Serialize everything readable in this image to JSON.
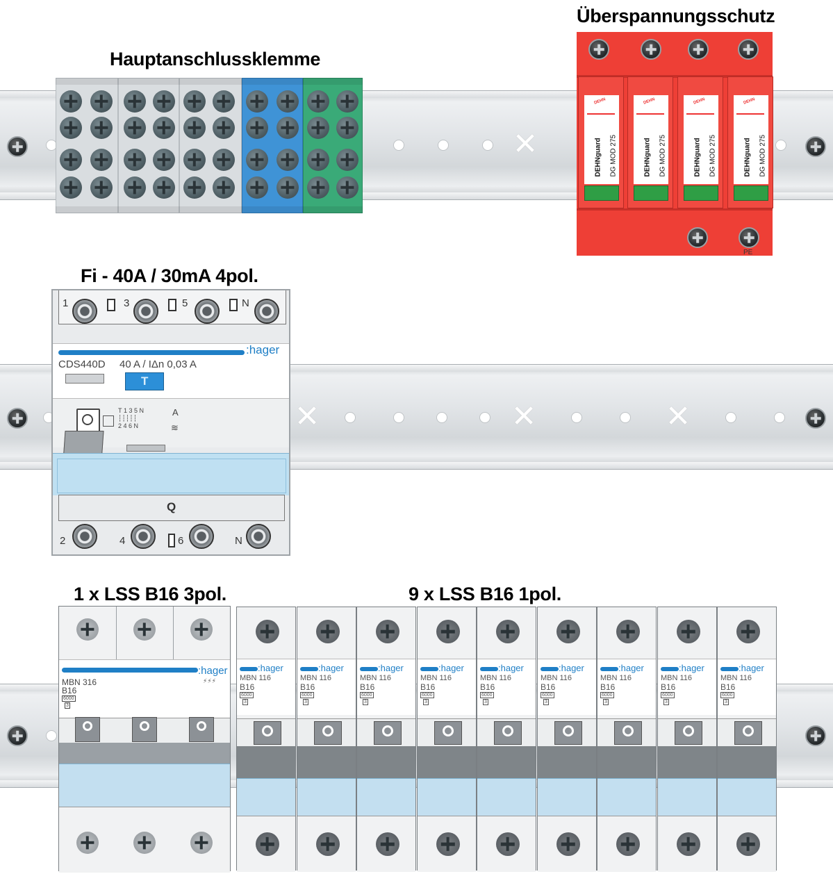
{
  "titles": {
    "terminal": "Hauptanschlussklemme",
    "spd": "Überspannungsschutz",
    "rcd": "Fi - 40A / 30mA 4pol.",
    "mcb3": "1 x LSS B16 3pol.",
    "mcb1": "9 x LSS B16 1pol."
  },
  "spd": {
    "modules": [
      {
        "brand": "DEHNguard",
        "model": "DG MOD 275"
      },
      {
        "brand": "DEHNguard",
        "model": "DG MOD 275"
      },
      {
        "brand": "DEHNguard",
        "model": "DG MOD 275"
      },
      {
        "brand": "DEHNguard",
        "model": "DG MOD 275"
      }
    ],
    "pe_label": "PE",
    "logo": "DEHN"
  },
  "rcd": {
    "top_terminals": [
      "1",
      "3",
      "5",
      "N"
    ],
    "bottom_terminals": [
      "2",
      "4",
      "6",
      "N"
    ],
    "brand": ":hager",
    "model": "CDS440D",
    "rating": "40 A / IΔn 0,03 A",
    "test_button": "T",
    "q_label": "Q",
    "diagram_label": "A"
  },
  "mcb3": {
    "brand": ":hager",
    "model": "MBN 316",
    "curve": "B16",
    "breaking": "6000",
    "class": "3"
  },
  "mcb1": {
    "count": 9,
    "brand": ":hager",
    "model": "MBN 116",
    "curve": "B16",
    "breaking": "6000",
    "class": "3"
  },
  "colors": {
    "terminal_grey": "#d9dde0",
    "terminal_blue": "#3f93d6",
    "terminal_green": "#3aaa78",
    "spd_red": "#ee3f36",
    "hager_blue": "#1f7fc6",
    "window_blue": "#bfe0f2"
  }
}
